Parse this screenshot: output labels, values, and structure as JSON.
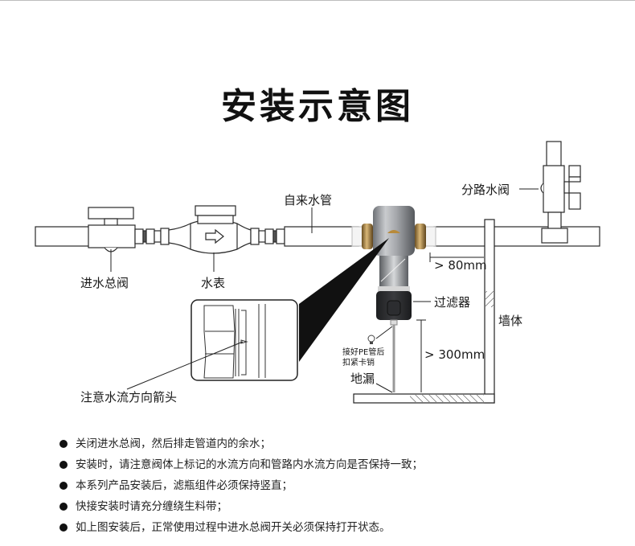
{
  "title": "安装示意图",
  "labels": {
    "tap_water_pipe": "自来水管",
    "main_inlet_valve": "进水总阀",
    "water_meter": "水表",
    "branch_valve": "分路水阀",
    "filter": "过滤器",
    "wall": "墙体",
    "floor_drain": "地漏",
    "clearance_side": "> 80mm",
    "clearance_bottom": "> 300mm",
    "pe_pipe_note_line1": "接好PE管后",
    "pe_pipe_note_line2": "扣紧卡销",
    "flow_arrow_note": "注意水流方向箭头"
  },
  "notes": [
    "关闭进水总阀，然后排走管道内的余水；",
    "安装时，请注意阀体上标记的水流方向和管路内水流方向是否保持一致；",
    "本系列产品安装后，滤瓶组件必须保持竖直；",
    "快接安装时请充分缠绕生料带；",
    "如上图安装后，正常使用过程中进水总阀开关必须保持打开状态。"
  ]
}
